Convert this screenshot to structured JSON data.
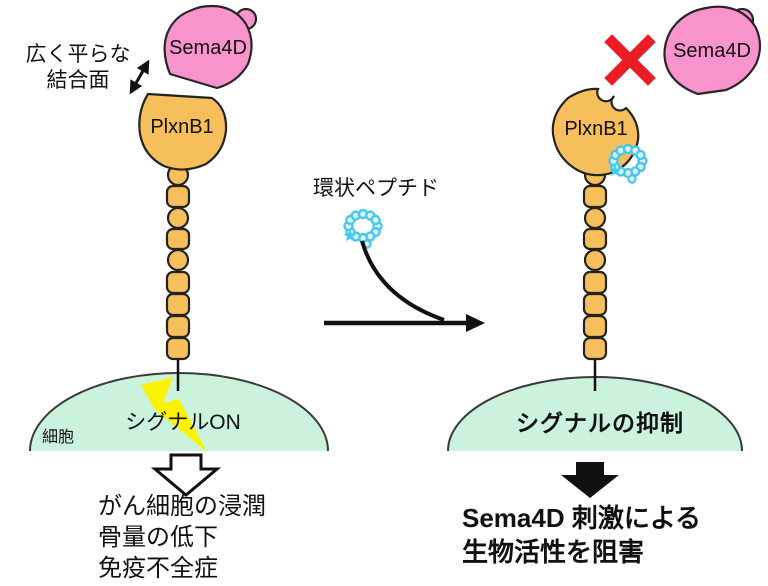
{
  "figure": {
    "left": {
      "sema4d_label": "Sema4D",
      "plxnb1_label": "PlxnB1",
      "binding_note_line1": "広く平らな",
      "binding_note_line2": "結合面",
      "cell_label": "細胞",
      "signal_label": "シグナルON",
      "outcomes": [
        "がん細胞の浸潤",
        "骨量の低下",
        "免疫不全症"
      ]
    },
    "middle": {
      "peptide_label": "環状ペプチド"
    },
    "right": {
      "sema4d_label": "Sema4D",
      "plxnb1_label": "PlxnB1",
      "signal_label": "シグナルの抑制",
      "conclusion_line1": "Sema4D 刺激による",
      "conclusion_line2": "生物活性を阻害"
    },
    "colors": {
      "sema4d_pink": "#F893CB",
      "plxnb1_orange": "#F7BE5C",
      "cell_mint": "#CBF2DD",
      "lightning_yellow": "#FAF200",
      "block_x_red": "#EC1C24",
      "peptide_cyan": "#45C8EC",
      "outline": "#262626"
    }
  }
}
